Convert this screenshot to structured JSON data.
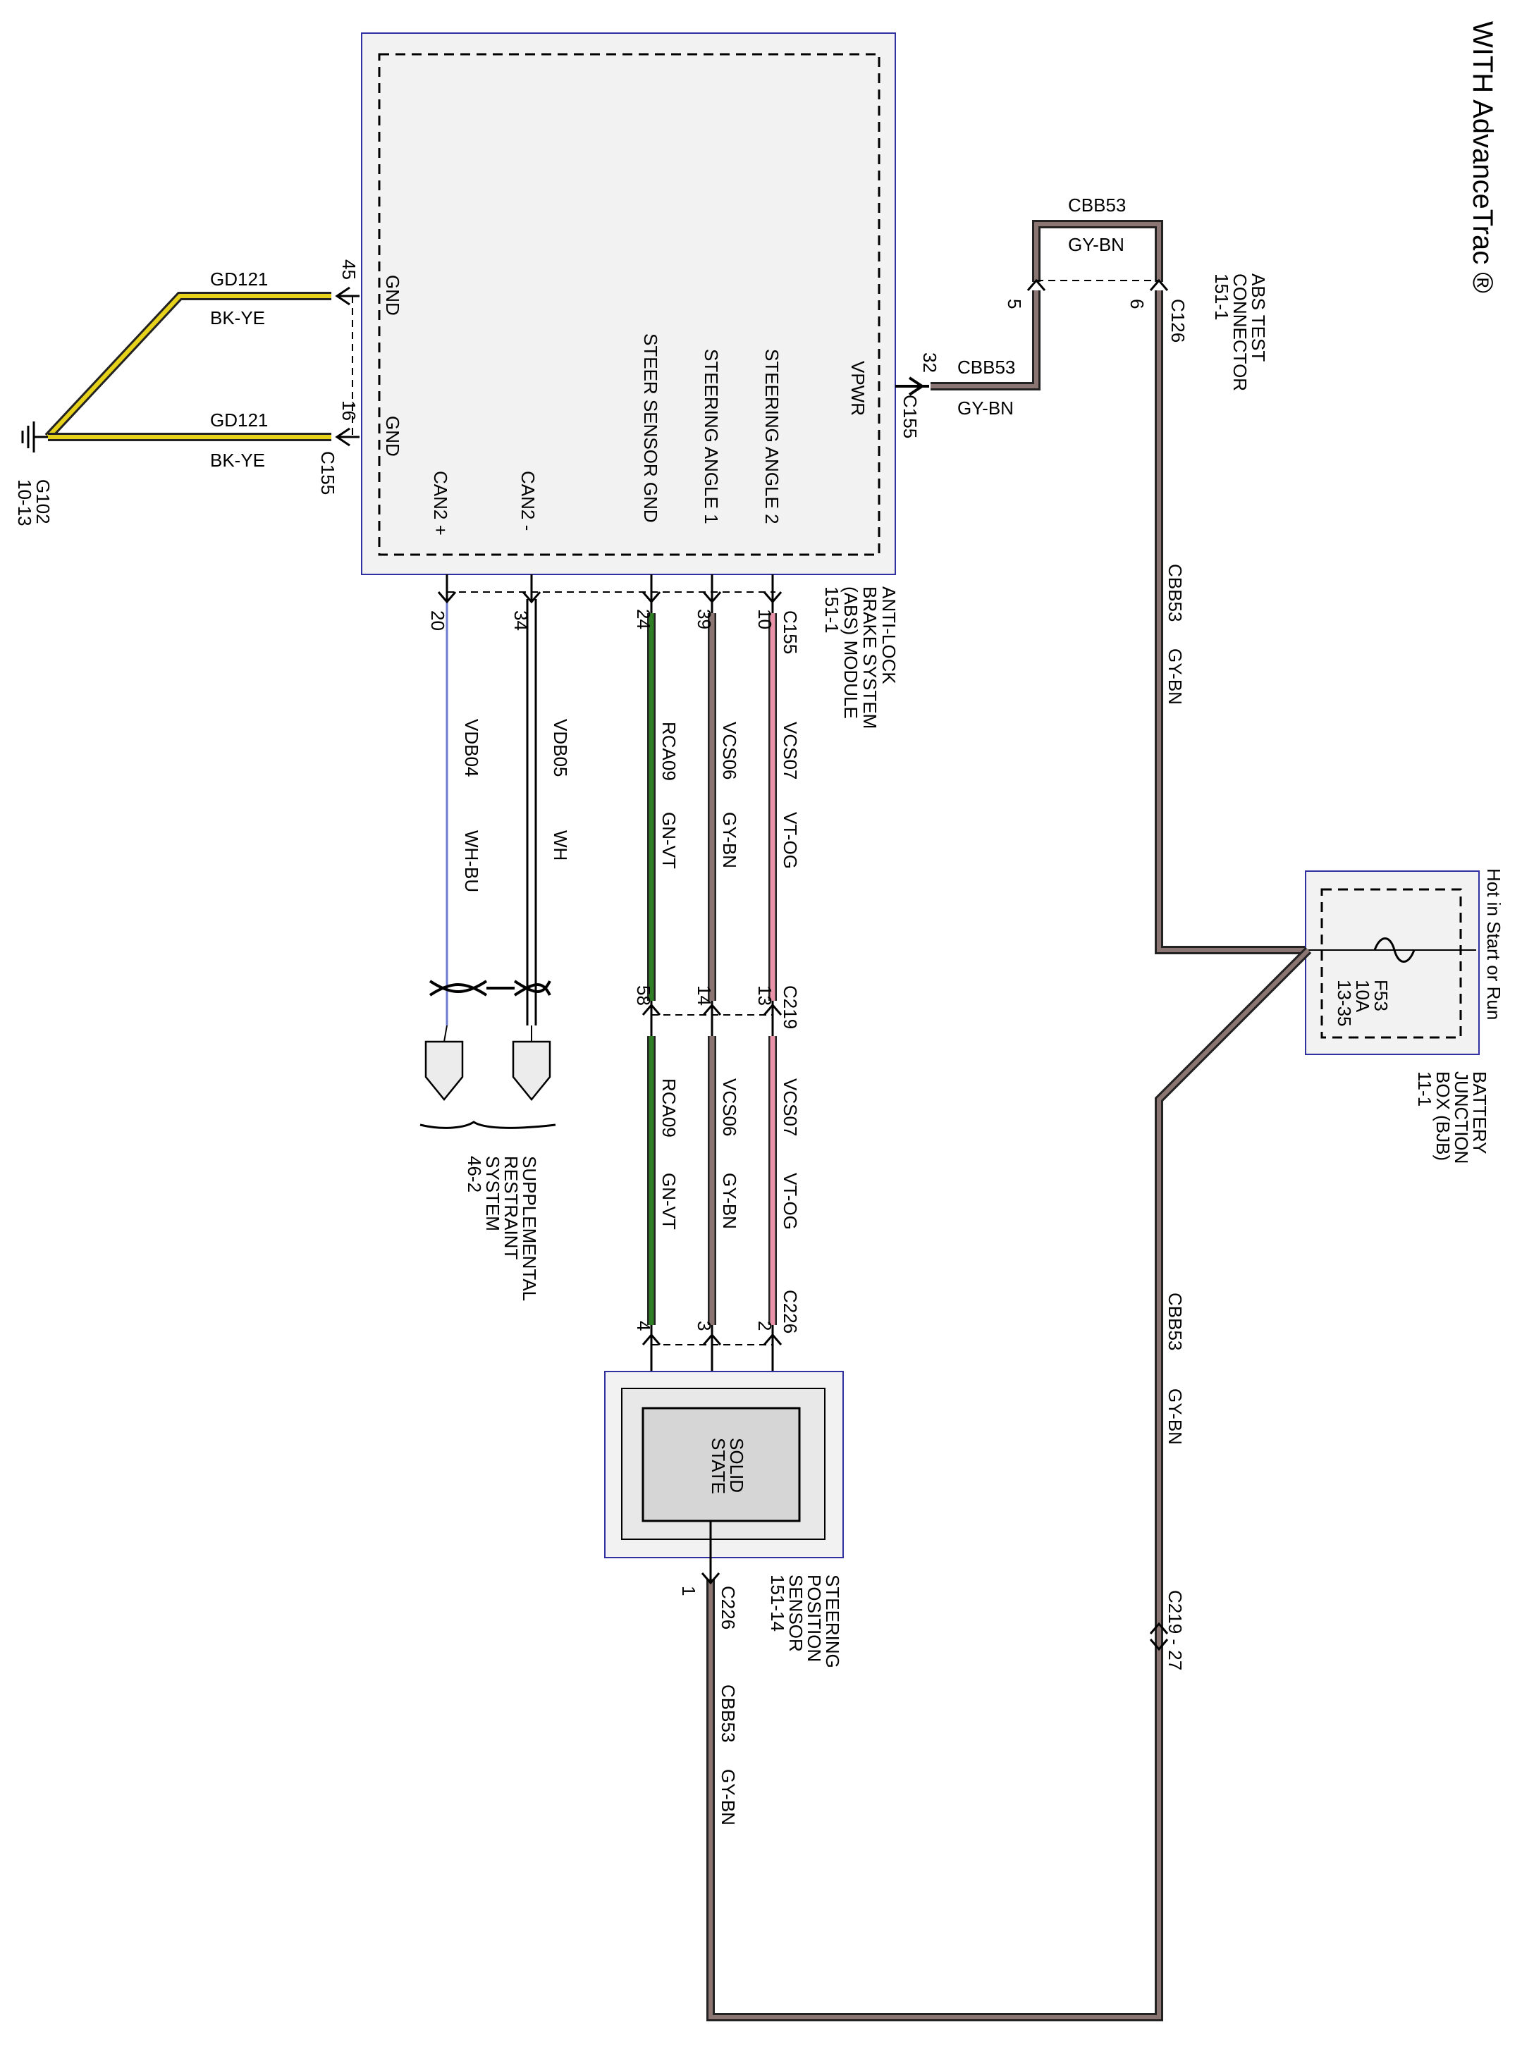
{
  "title": "WITH AdvanceTrac ®",
  "colors": {
    "GY-BN": "#8a7572",
    "BK-YE": "#e6d21a",
    "GN-VT": "#2f7d24",
    "VT-OG": "#e893a8",
    "WH-BU": "#6b7bd0",
    "WH": "#d6d6d6",
    "module_border": "#3030a0",
    "module_fill": "#f2f2f2"
  },
  "abs_module": {
    "name_lines": [
      "ANTI-LOCK",
      "BRAKE SYSTEM",
      "(ABS) MODULE",
      "151-1"
    ],
    "connector": "C155",
    "pins": {
      "gnd_top": {
        "label": "GND",
        "pin": "45"
      },
      "gnd_bottom": {
        "label": "GND",
        "pin": "16",
        "connector": "C155"
      },
      "can2_plus": {
        "label": "CAN2 +",
        "pin": "20"
      },
      "can2_minus": {
        "label": "CAN2 -",
        "pin": "34"
      },
      "steer_gnd": {
        "label": "STEER SENSOR GND",
        "pin": "24"
      },
      "steer_angle1": {
        "label": "STEERING ANGLE 1",
        "pin": "39"
      },
      "steer_angle2": {
        "label": "STEERING ANGLE 2",
        "pin": "10",
        "connector": "C155"
      },
      "vpwr": {
        "label": "VPWR",
        "pin": "32",
        "connector": "C155"
      }
    }
  },
  "ground": {
    "name": "G102",
    "ref": "10-13",
    "wires": [
      {
        "circuit": "GD121",
        "color": "BK-YE"
      },
      {
        "circuit": "GD121",
        "color": "BK-YE"
      }
    ]
  },
  "abs_test_connector": {
    "name_lines": [
      "ABS TEST",
      "CONNECTOR",
      "151-1"
    ],
    "connector": "C126",
    "pin_left": "5",
    "pin_right": "6",
    "loop_circuit": "CBB53",
    "loop_color": "GY-BN"
  },
  "vpwr_wire": {
    "circuit": "CBB53",
    "color": "GY-BN"
  },
  "feed_wire": {
    "circuit": "CBB53",
    "color": "GY-BN"
  },
  "feed_wire_lower": {
    "circuit": "CBB53",
    "color": "GY-BN"
  },
  "bjb": {
    "hot_label": "Hot in Start or Run",
    "fuse_lines": [
      "F53",
      "10A",
      "13-35"
    ],
    "name_lines": [
      "BATTERY",
      "JUNCTION",
      "BOX (BJB)",
      "11-1"
    ]
  },
  "inline_c219_27": {
    "label": "C219 - 27"
  },
  "signal_wires": [
    {
      "circuit": "VCS07",
      "color": "VT-OG",
      "c219_pin": "13",
      "c226_pin": "2"
    },
    {
      "circuit": "VCS06",
      "color": "GY-BN",
      "c219_pin": "14",
      "c226_pin": "3"
    },
    {
      "circuit": "RCA09",
      "color": "GN-VT",
      "c219_pin": "58",
      "c226_pin": "4"
    }
  ],
  "can_wires": [
    {
      "circuit": "VDB05",
      "color": "WH"
    },
    {
      "circuit": "VDB04",
      "color": "WH-BU"
    }
  ],
  "connector_c219": "C219",
  "connector_c226": "C226",
  "srs": {
    "name_lines": [
      "SUPPLEMENTAL",
      "RESTRAINT",
      "SYSTEM",
      "46-2"
    ]
  },
  "steering_sensor": {
    "inner_lines": [
      "SOLID",
      "STATE"
    ],
    "name_lines": [
      "STEERING",
      "POSITION",
      "SENSOR",
      "151-14"
    ],
    "connector": "C226",
    "pin": "1",
    "return_circuit": "CBB53",
    "return_color": "GY-BN"
  }
}
